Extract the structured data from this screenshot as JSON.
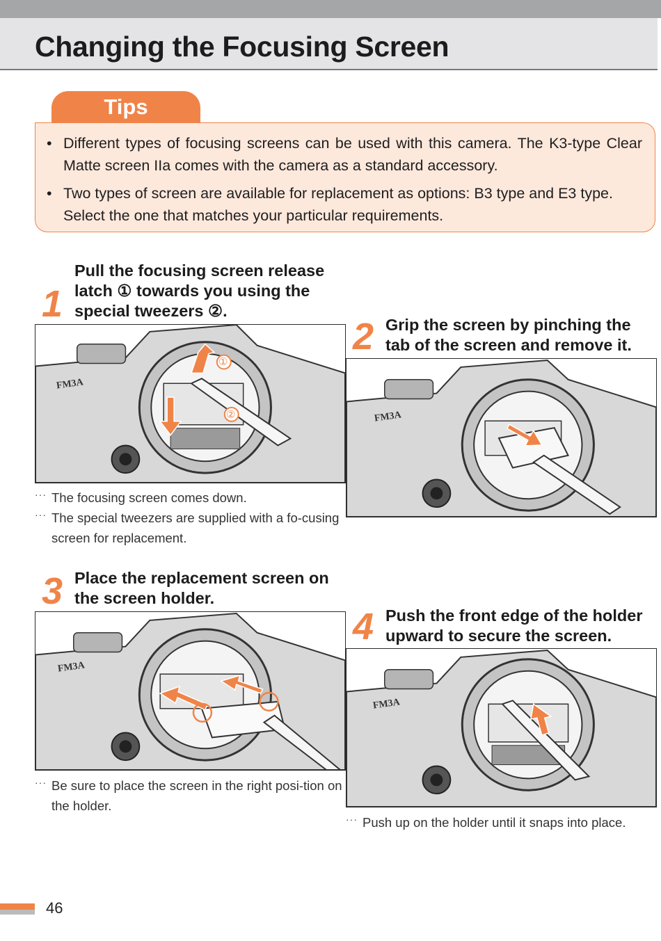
{
  "header": {
    "title": "Changing the Focusing Screen"
  },
  "tips": {
    "label": "Tips",
    "items": [
      "Different types of focusing screens can be used with this camera. The K3-type Clear Matte screen IIa comes with the camera as a standard accessory.",
      "Two types of screen are available for replacement as options: B3 type and E3 type. Select the one that matches your particular requirements."
    ]
  },
  "steps": [
    {
      "number": "1",
      "instruction": "Pull the focusing screen release latch ① towards you using the special tweezers ②.",
      "illustration_labels": [
        "FM3A",
        "①",
        "②"
      ],
      "notes": [
        "The focusing screen comes down.",
        "The special tweezers are supplied with a fo-cusing screen for replacement."
      ]
    },
    {
      "number": "2",
      "instruction": "Grip the screen by pinching the tab of the screen and remove it.",
      "illustration_labels": [
        "FM3A"
      ],
      "notes": []
    },
    {
      "number": "3",
      "instruction": "Place the replacement screen on the screen holder.",
      "illustration_labels": [
        "FM3A"
      ],
      "notes": [
        "Be sure to place the screen in the right posi-tion on the holder."
      ]
    },
    {
      "number": "4",
      "instruction": "Push the front edge of the holder upward to secure the screen.",
      "illustration_labels": [
        "FM3A"
      ],
      "notes": [
        "Push up on the holder until it snaps into place."
      ]
    }
  ],
  "footer": {
    "page_number": "46"
  },
  "colors": {
    "accent": "#f08448",
    "tips_bg": "#fde8dc",
    "title_bg": "#e4e4e6",
    "top_bar": "#a5a6a8"
  }
}
